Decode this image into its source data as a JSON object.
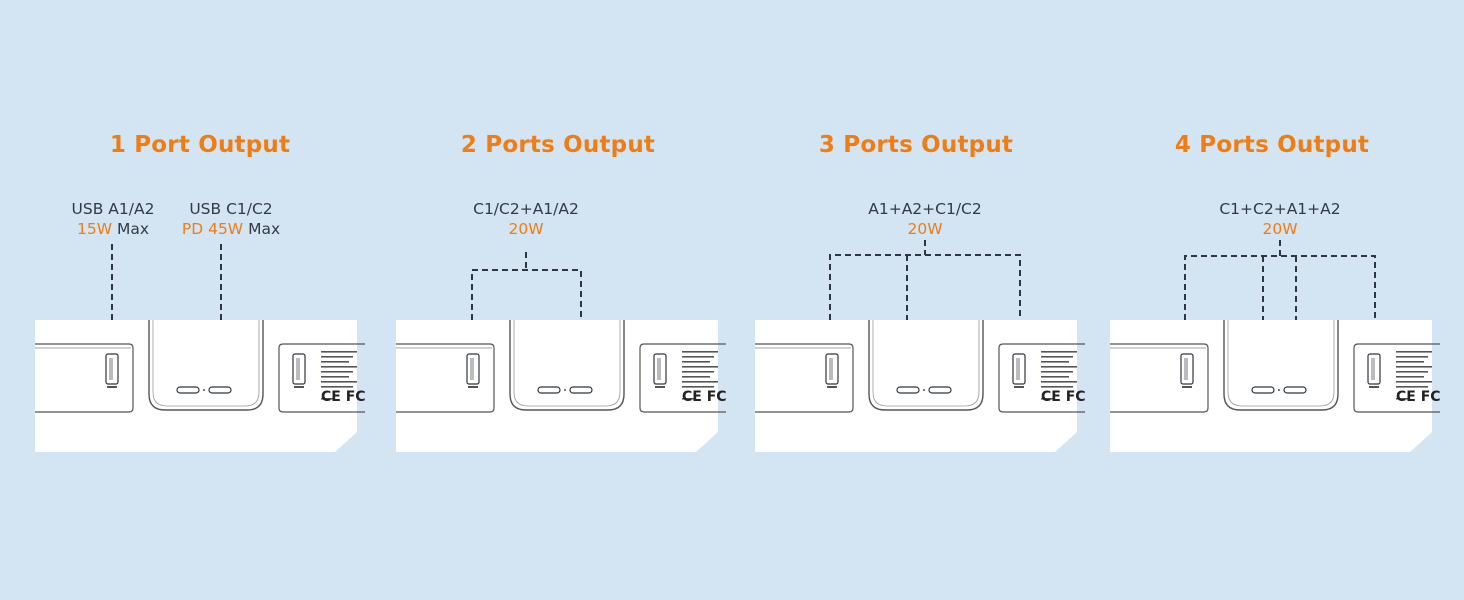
{
  "panels": [
    {
      "title": "1 Port Output",
      "labels": [
        {
          "line1": "USB A1/A2",
          "value": "15W",
          "suffix": " Max"
        },
        {
          "line1": "USB C1/C2",
          "value": "PD 45W",
          "suffix": " Max"
        }
      ]
    },
    {
      "title": "2 Ports Output",
      "labels": [
        {
          "line1": "C1/C2+A1/A2",
          "value": "20W",
          "suffix": ""
        }
      ]
    },
    {
      "title": "3 Ports Output",
      "labels": [
        {
          "line1": "A1+A2+C1/C2",
          "value": "20W",
          "suffix": ""
        }
      ]
    },
    {
      "title": "4 Ports Output",
      "labels": [
        {
          "line1": "C1+C2+A1+A2",
          "value": "20W",
          "suffix": ""
        }
      ]
    }
  ],
  "device": {
    "certifications": "CE FC"
  },
  "colors": {
    "background": "#d3e4f3",
    "accent": "#f07d12",
    "text": "#333a44",
    "line": "#2f3640"
  }
}
